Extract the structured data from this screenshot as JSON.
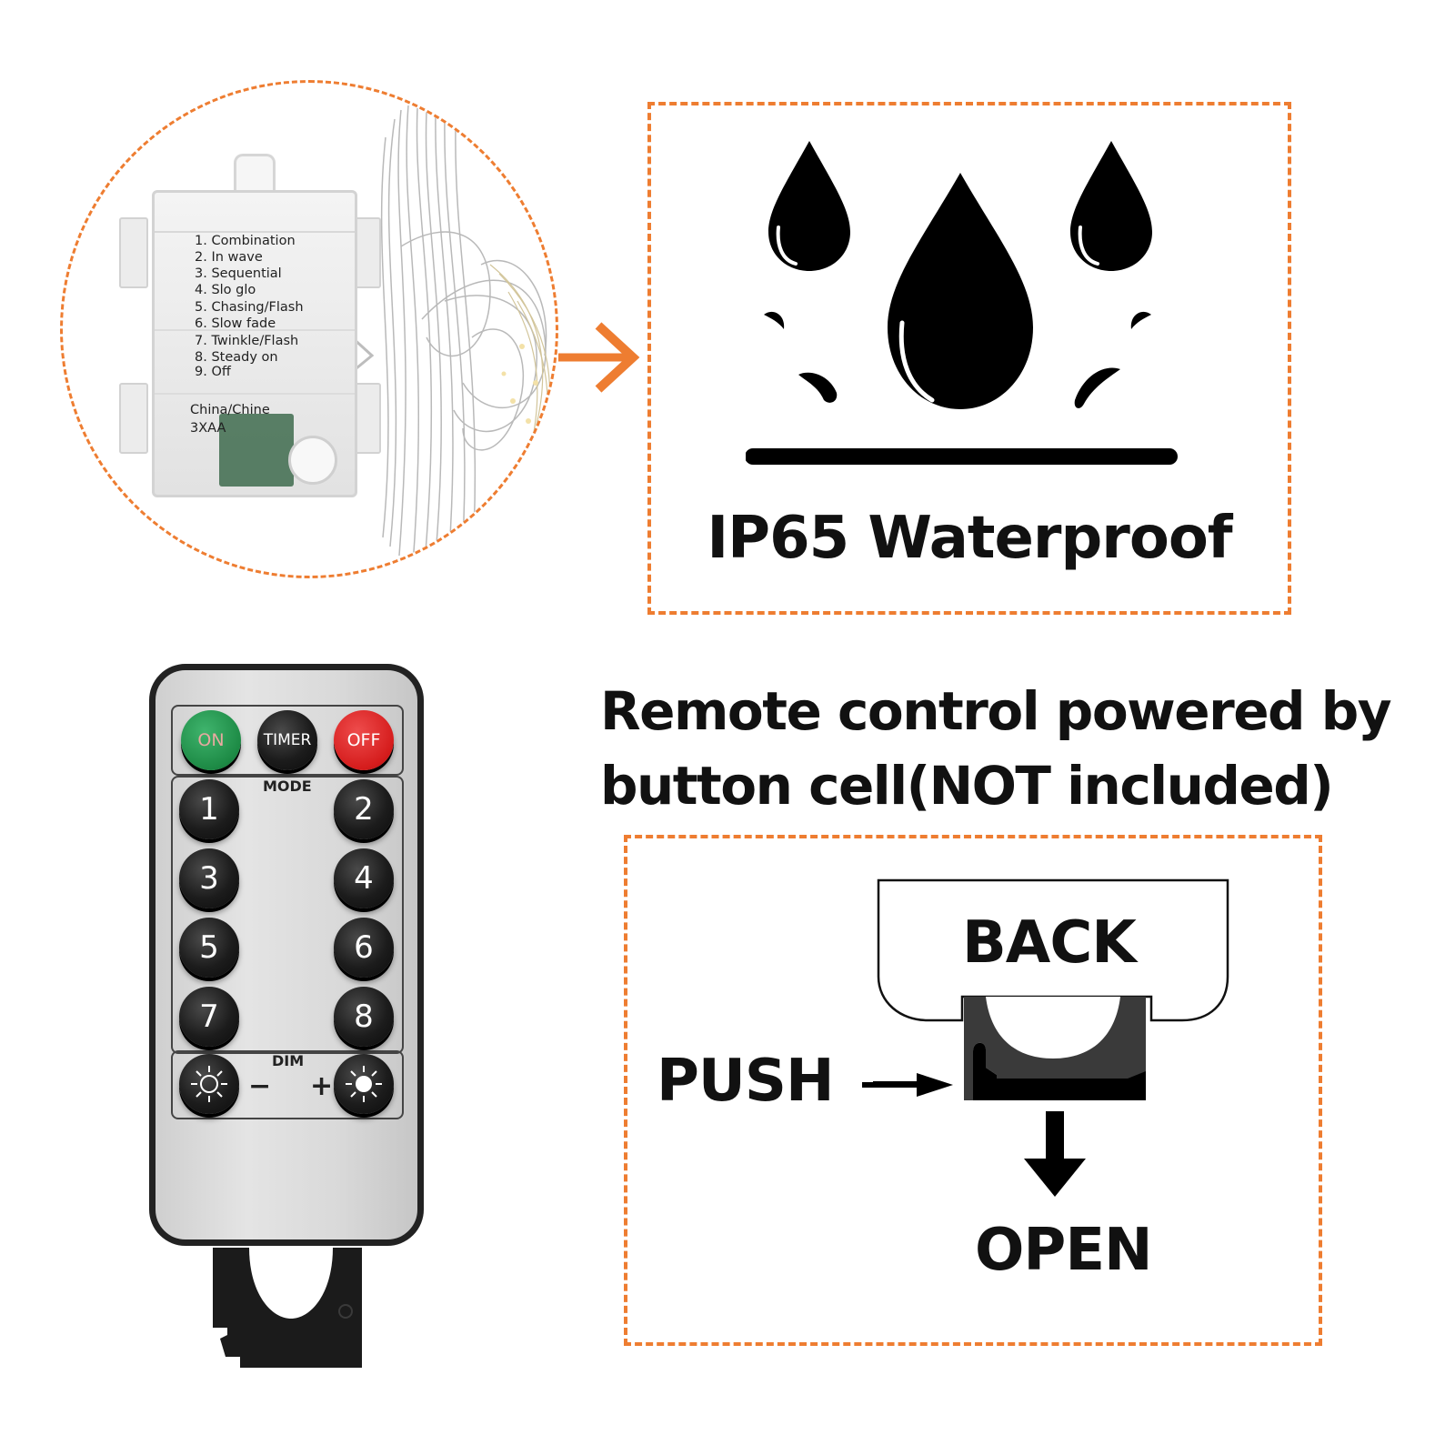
{
  "battery_box": {
    "modes": [
      "1. Combination",
      "2. In wave",
      "3. Sequential",
      "4. Slo glo",
      "5. Chasing/Flash",
      "6. Slow fade",
      "7. Twinkle/Flash",
      "8. Steady on",
      "9. Off"
    ],
    "label_origin": "China/Chine",
    "label_battery": "3XAA"
  },
  "waterproof": {
    "title": "IP65 Waterproof"
  },
  "remote": {
    "on_label": "ON",
    "timer_label": "TIMER",
    "off_label": "OFF",
    "mode_label": "MODE",
    "number_buttons": [
      "1",
      "2",
      "3",
      "4",
      "5",
      "6",
      "7",
      "8"
    ],
    "dim_label": "DIM",
    "minus_label": "−",
    "plus_label": "+"
  },
  "remote_headline": {
    "line1": "Remote control powered by",
    "line2": "button cell(NOT included)"
  },
  "instructions": {
    "back_label": "BACK",
    "push_label": "PUSH",
    "open_label": "OPEN"
  },
  "colors": {
    "accent_dashed": "#ee7d31",
    "on_button": "#1d8a45",
    "off_button": "#d51c1c"
  }
}
